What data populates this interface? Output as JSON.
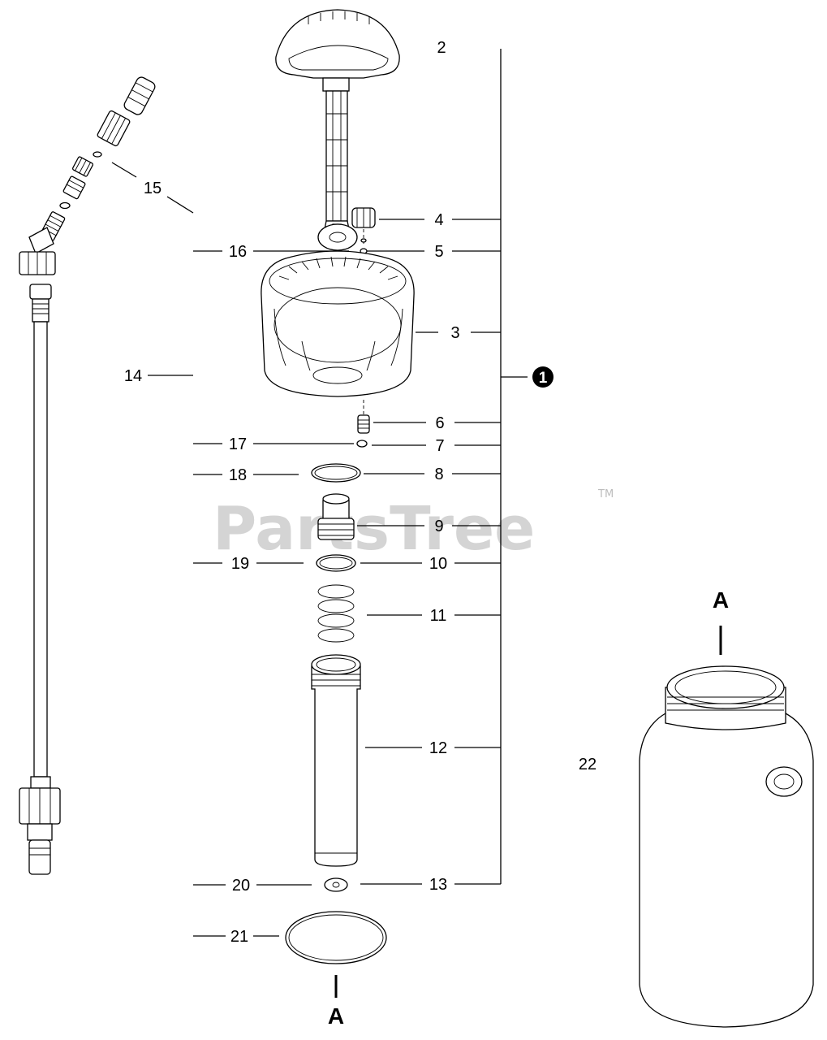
{
  "watermark": {
    "text": "PartsTree",
    "trademark": "TM"
  },
  "assembly_callout": {
    "label": "1"
  },
  "section_marks": {
    "top": "A",
    "bottom": "A"
  },
  "callouts": [
    {
      "id": "2",
      "label": "2"
    },
    {
      "id": "3",
      "label": "3"
    },
    {
      "id": "4",
      "label": "4"
    },
    {
      "id": "5",
      "label": "5"
    },
    {
      "id": "6",
      "label": "6"
    },
    {
      "id": "7",
      "label": "7"
    },
    {
      "id": "8",
      "label": "8"
    },
    {
      "id": "9",
      "label": "9"
    },
    {
      "id": "10",
      "label": "10"
    },
    {
      "id": "11",
      "label": "11"
    },
    {
      "id": "12",
      "label": "12"
    },
    {
      "id": "13",
      "label": "13"
    },
    {
      "id": "14",
      "label": "14"
    },
    {
      "id": "15",
      "label": "15"
    },
    {
      "id": "16",
      "label": "16"
    },
    {
      "id": "17",
      "label": "17"
    },
    {
      "id": "18",
      "label": "18"
    },
    {
      "id": "19",
      "label": "19"
    },
    {
      "id": "20",
      "label": "20"
    },
    {
      "id": "21",
      "label": "21"
    },
    {
      "id": "22",
      "label": "22"
    }
  ]
}
